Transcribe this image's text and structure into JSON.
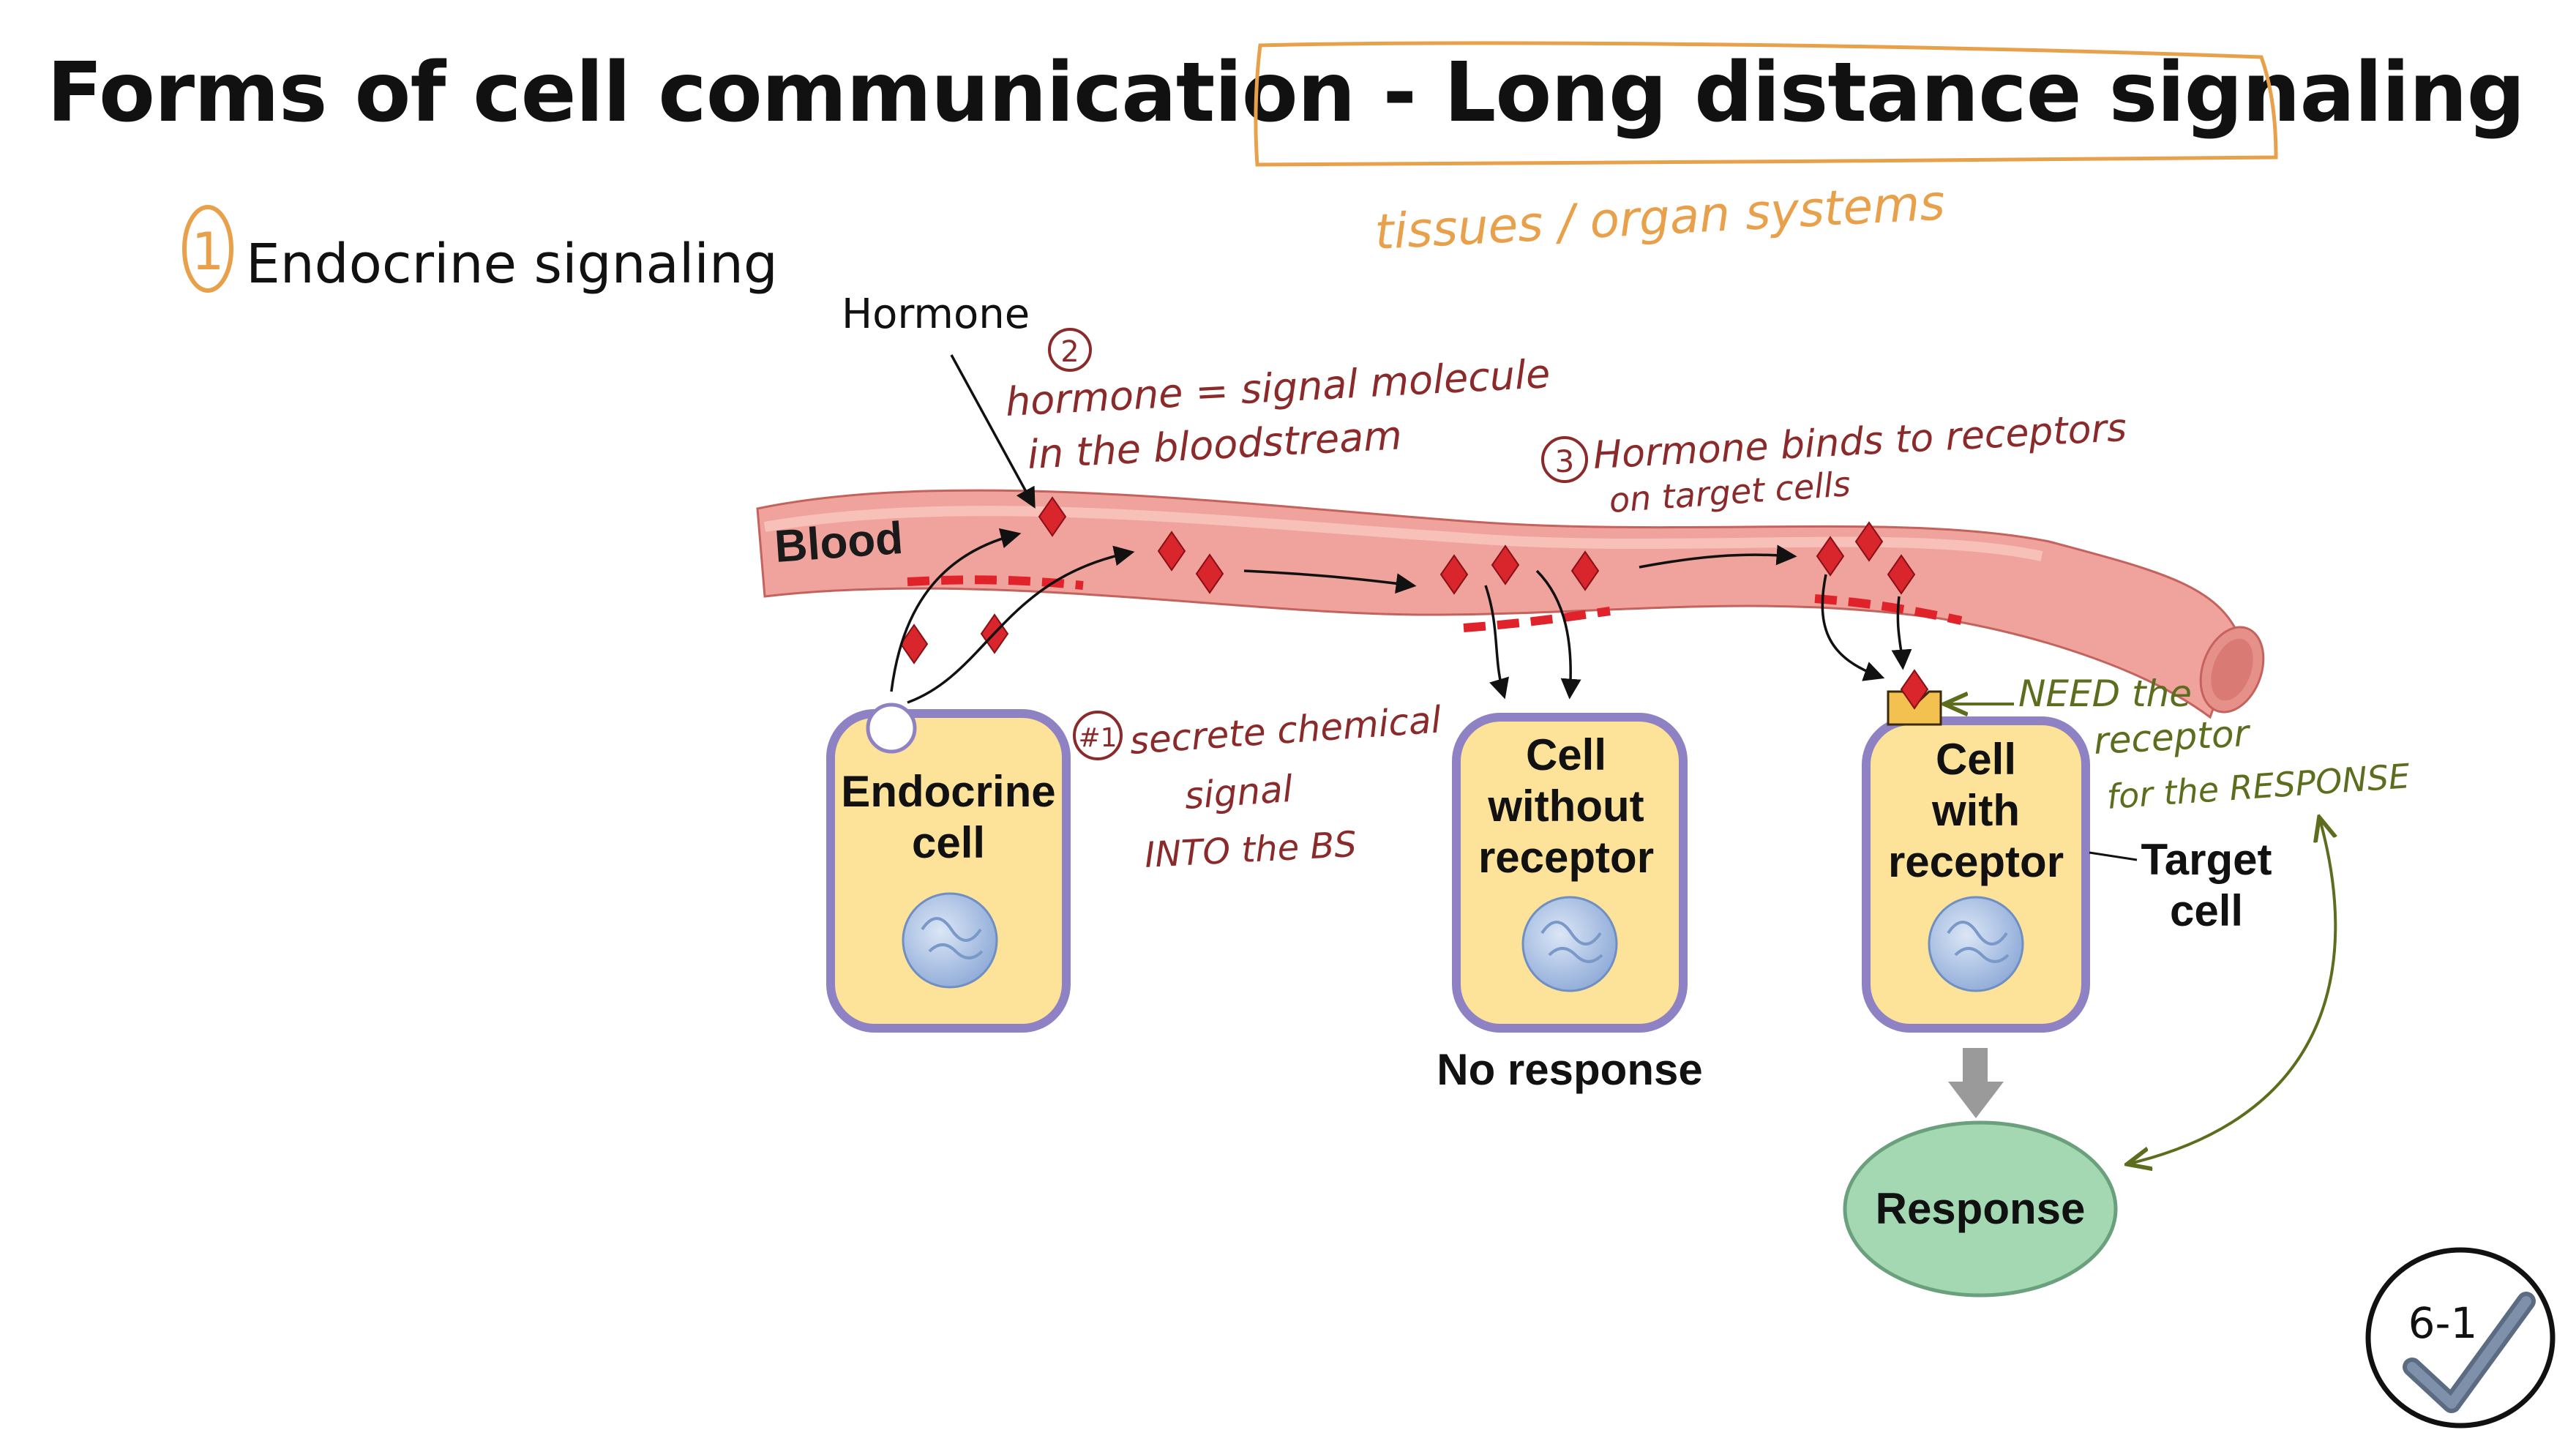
{
  "slide": {
    "title_main": "Forms of cell communication - ",
    "title_highlight": "Long distance signaling",
    "subtitle": "Endocrine signaling",
    "subtitle_number": "1",
    "badge_text": "6-1"
  },
  "diagram": {
    "blood_label": "Blood",
    "hormone_label": "Hormone",
    "endocrine_cell": [
      "Endocrine",
      "cell"
    ],
    "cell_without_receptor": [
      "Cell",
      "without",
      "receptor"
    ],
    "cell_with_receptor": [
      "Cell",
      "with",
      "receptor"
    ],
    "target_cell": [
      "Target",
      "cell"
    ],
    "no_response": "No response",
    "response": "Response"
  },
  "annotations": {
    "tissues": "tissues / organ systems",
    "note2_num": "2",
    "note2": [
      "hormone = signal molecule",
      "in the bloodstream"
    ],
    "note3_num": "3",
    "note3": [
      "Hormone binds to receptors",
      "on target cells"
    ],
    "note1_num": "#1",
    "note1": [
      "secrete chemical",
      "signal",
      "INTO the BS"
    ],
    "need": [
      "NEED the",
      "receptor",
      "for the RESPONSE"
    ]
  },
  "colors": {
    "blood_vessel": "#f0a39c",
    "hormone": "#d8262c",
    "cell_fill": "#fde29a",
    "cell_border": "#8f82c4",
    "nucleus": "#a4bde0",
    "response_fill": "#a3d8b2",
    "annotation_orange": "#e8a04a",
    "annotation_maroon": "#8b2a2a",
    "annotation_green": "#5c6e1e",
    "receptor": "#f3c150"
  },
  "icons": [
    "checkmark-icon"
  ]
}
